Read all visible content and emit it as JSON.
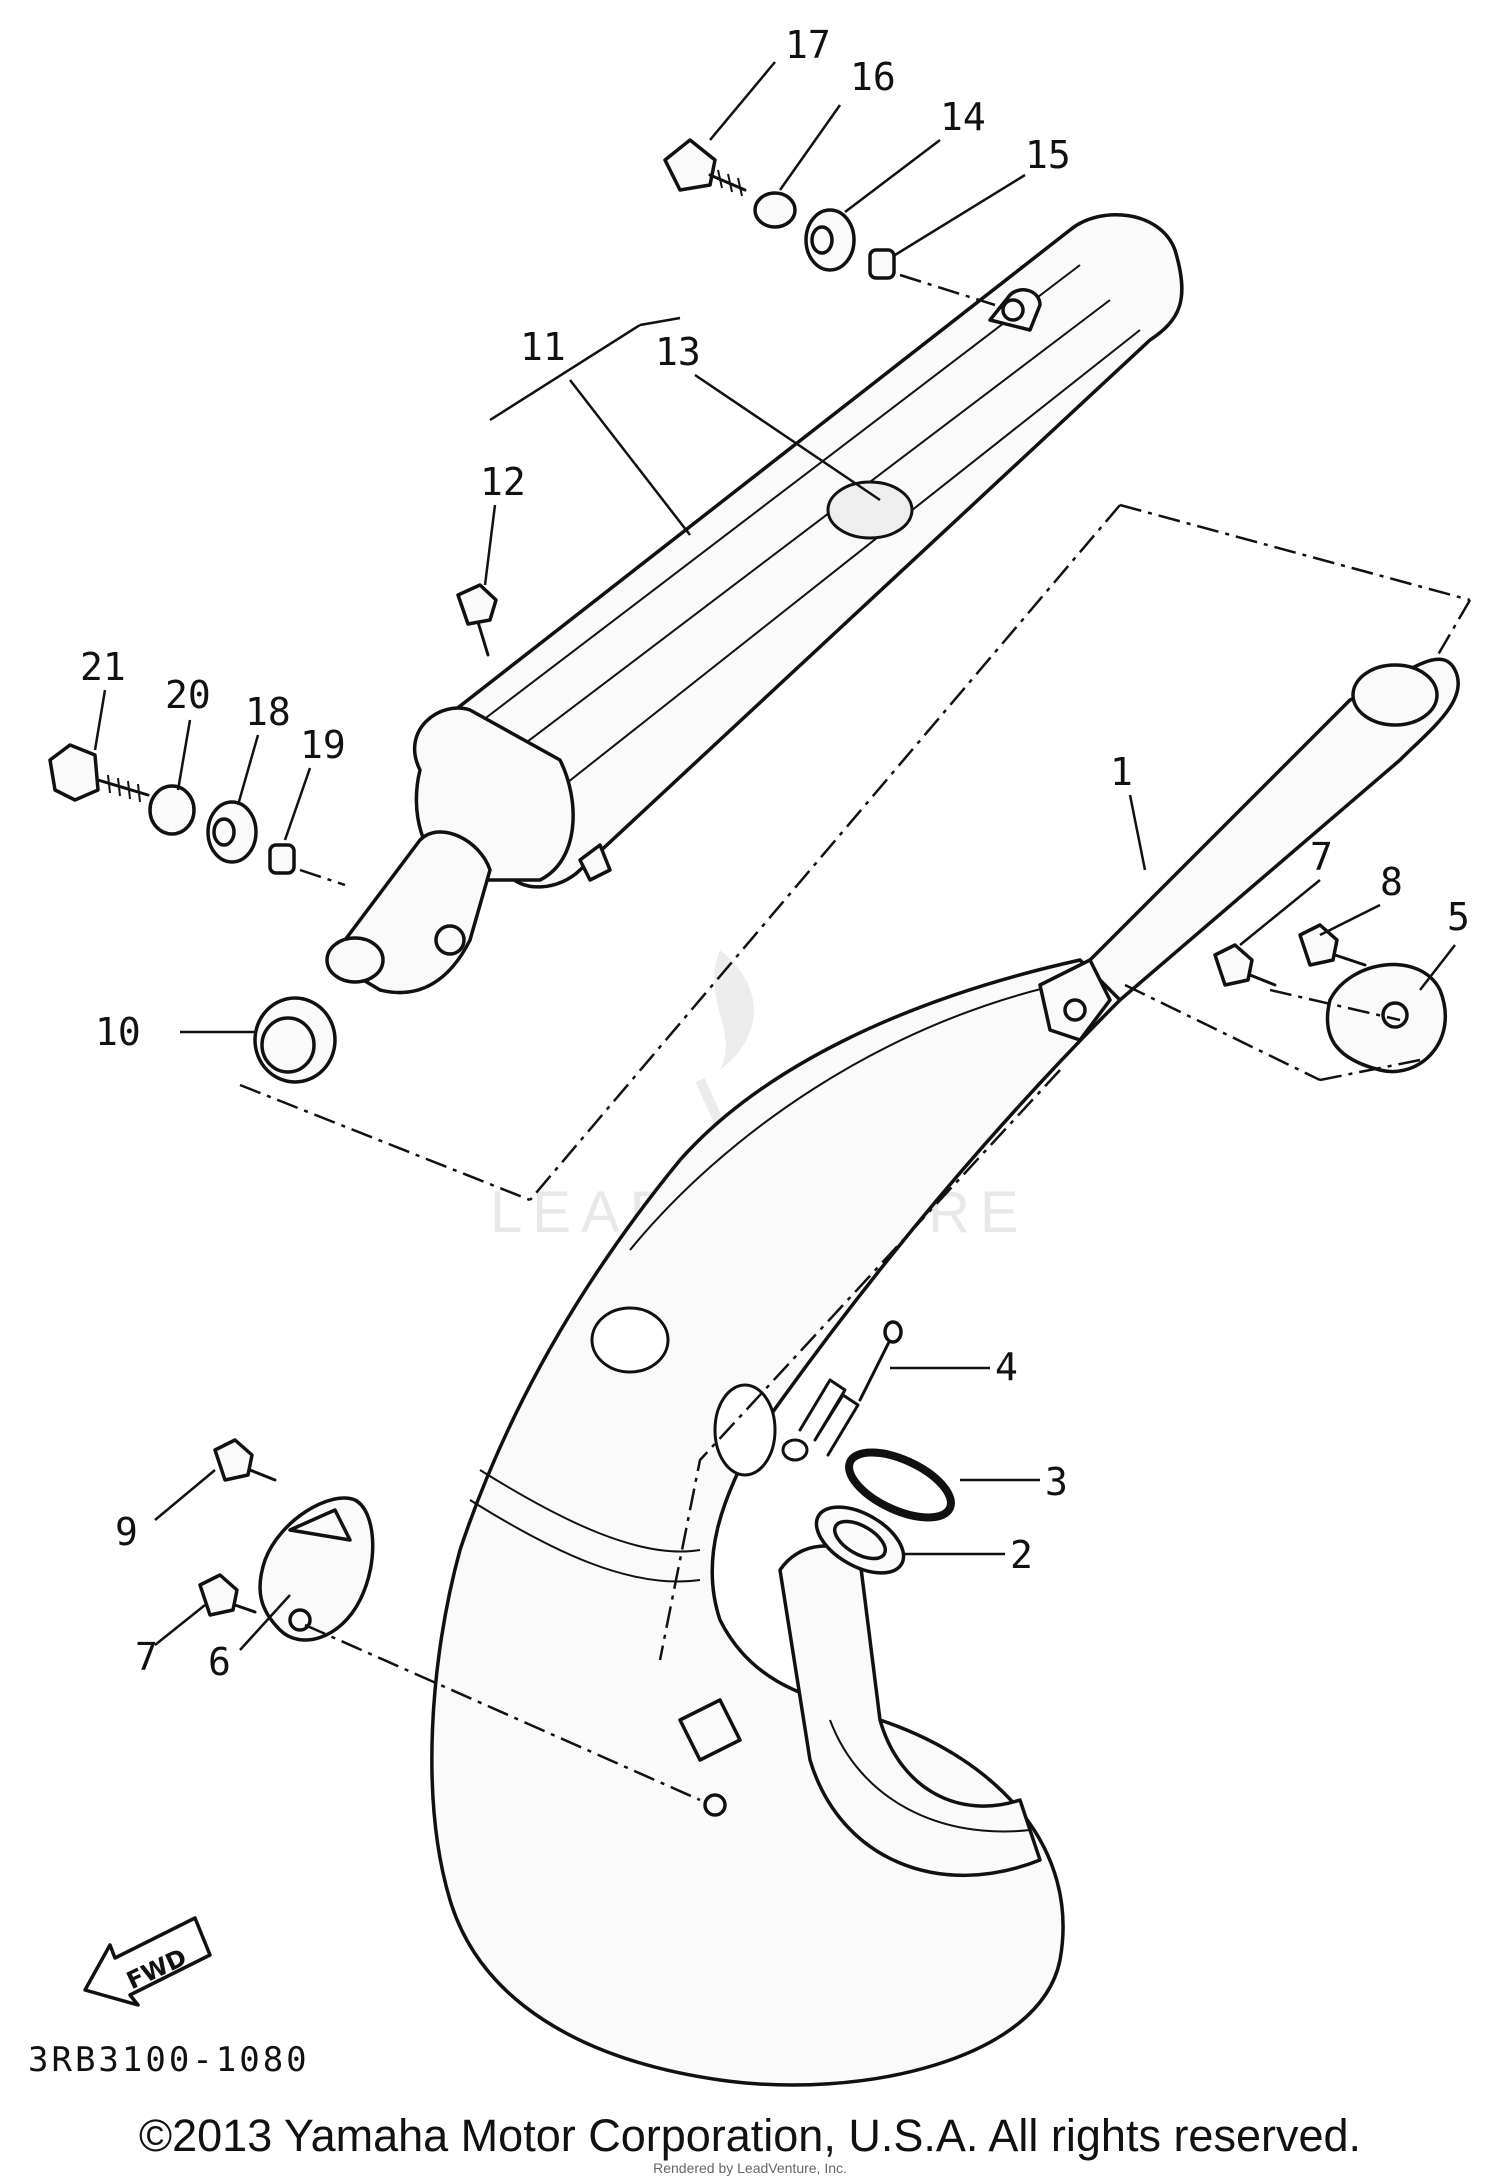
{
  "callouts": [
    "1",
    "2",
    "3",
    "4",
    "5",
    "6",
    "7",
    "8",
    "9",
    "10",
    "11",
    "12",
    "13",
    "14",
    "15",
    "16",
    "17",
    "18",
    "19",
    "20",
    "21"
  ],
  "callout_7b": "7",
  "forward_arrow": "FWD",
  "part_code": "3RB3100-1080",
  "watermark": "LEADVENTURE",
  "copyright": "©2013 Yamaha Motor Corporation, U.S.A. All rights reserved.",
  "rendered_by": "Rendered by LeadVenture, Inc."
}
